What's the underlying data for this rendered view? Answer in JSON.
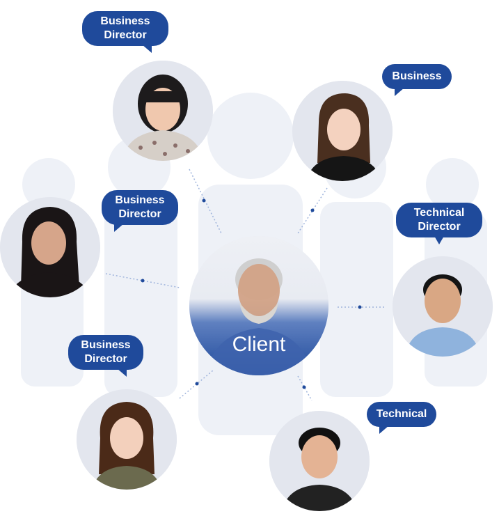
{
  "client": {
    "label": "Client"
  },
  "people": [
    {
      "id": "top-left",
      "role": [
        "Business",
        "Director"
      ]
    },
    {
      "id": "top-right",
      "role": [
        "Business"
      ]
    },
    {
      "id": "mid-left",
      "role": [
        "Business",
        "Director"
      ]
    },
    {
      "id": "mid-right",
      "role": [
        "Technical",
        "Director"
      ]
    },
    {
      "id": "bottom-left",
      "role": [
        "Business",
        "Director"
      ]
    },
    {
      "id": "bottom-right",
      "role": [
        "Technical"
      ]
    }
  ],
  "colors": {
    "bubble": "#1f4a9b",
    "dots": "#3b6bc4",
    "avatar_bg": "#e6e9f1",
    "client_bg": "#1f4a9b"
  }
}
